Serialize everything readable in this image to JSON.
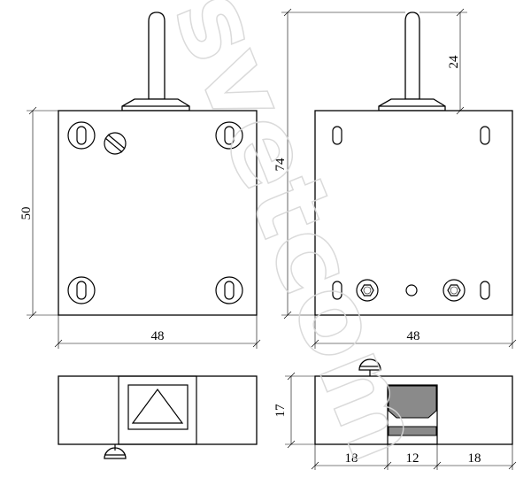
{
  "watermark": "svetcom",
  "dimensions": {
    "left_height": "50",
    "total_height": "74",
    "lever_height": "24",
    "front_width": "48",
    "back_width": "48",
    "side_height": "17",
    "seg_left": "18",
    "seg_middle": "12",
    "seg_right": "18"
  },
  "colors": {
    "line": "#000000",
    "fill_dark": "#8a8a8a",
    "watermark": "#d7d7d7"
  }
}
